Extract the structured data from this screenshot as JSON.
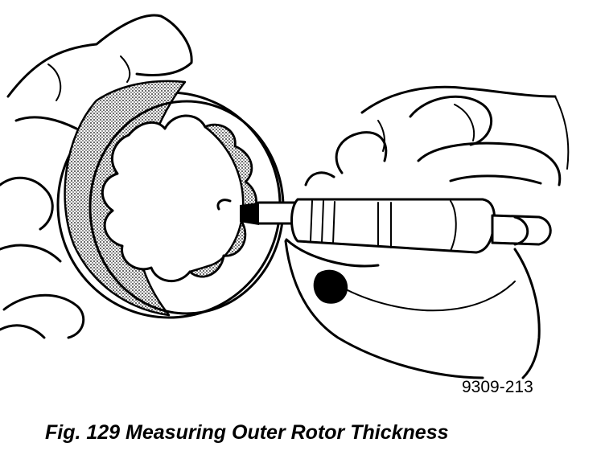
{
  "figure": {
    "reference_code": "9309-213",
    "caption": "Fig. 129 Measuring Outer Rotor Thickness"
  },
  "illustration": {
    "subject": "hands holding outer rotor measured with micrometer",
    "line_color": "#000000",
    "background_color": "#ffffff"
  }
}
